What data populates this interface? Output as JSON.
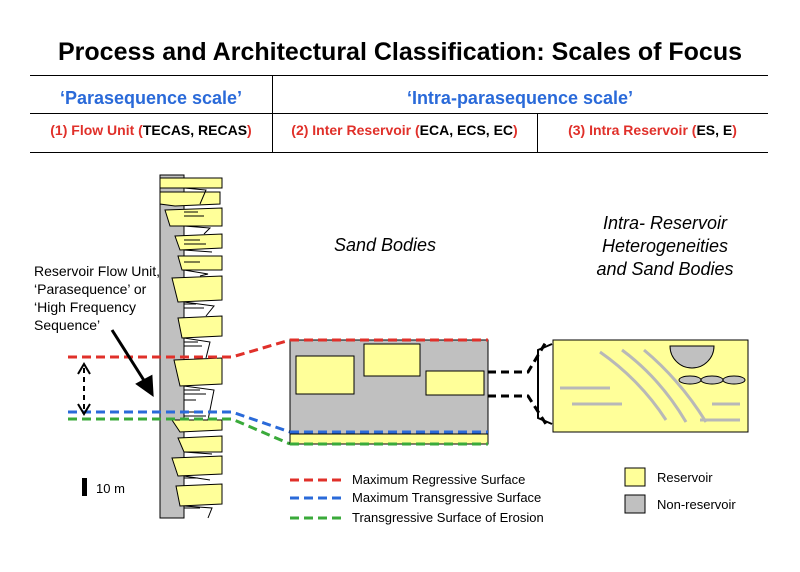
{
  "title": "Process and Architectural Classification: Scales of Focus",
  "scales": {
    "parasequence": "‘Parasequence scale’",
    "intra_parasequence": "‘Intra-parasequence scale’"
  },
  "classifications": [
    {
      "label": "(1) Flow Unit (",
      "codes": "TECAS, RECAS",
      "close": ")"
    },
    {
      "label": "(2) Inter Reservoir (",
      "codes": "ECA, ECS, EC",
      "close": ")"
    },
    {
      "label": "(3) Intra Reservoir (",
      "codes": "ES, E",
      "close": ")"
    }
  ],
  "diagram": {
    "flow_unit_label": [
      "Reservoir Flow Unit,",
      "‘Parasequence’ or",
      "‘High Frequency",
      "Sequence’"
    ],
    "sand_bodies_label": "Sand Bodies",
    "intra_label": [
      "Intra- Reservoir",
      "Heterogeneities",
      "and Sand Bodies"
    ],
    "scale_bar_label": "10 m"
  },
  "legend": {
    "surfaces": [
      {
        "label": "Maximum Regressive Surface",
        "color": "#e0302a"
      },
      {
        "label": "Maximum Transgressive Surface",
        "color": "#2a6ad9"
      },
      {
        "label": "Transgressive Surface of Erosion",
        "color": "#3aaa3a"
      }
    ],
    "facies": [
      {
        "label": "Reservoir",
        "color": "#ffff99"
      },
      {
        "label": "Non-reservoir",
        "color": "#c0c0c0"
      }
    ]
  }
}
